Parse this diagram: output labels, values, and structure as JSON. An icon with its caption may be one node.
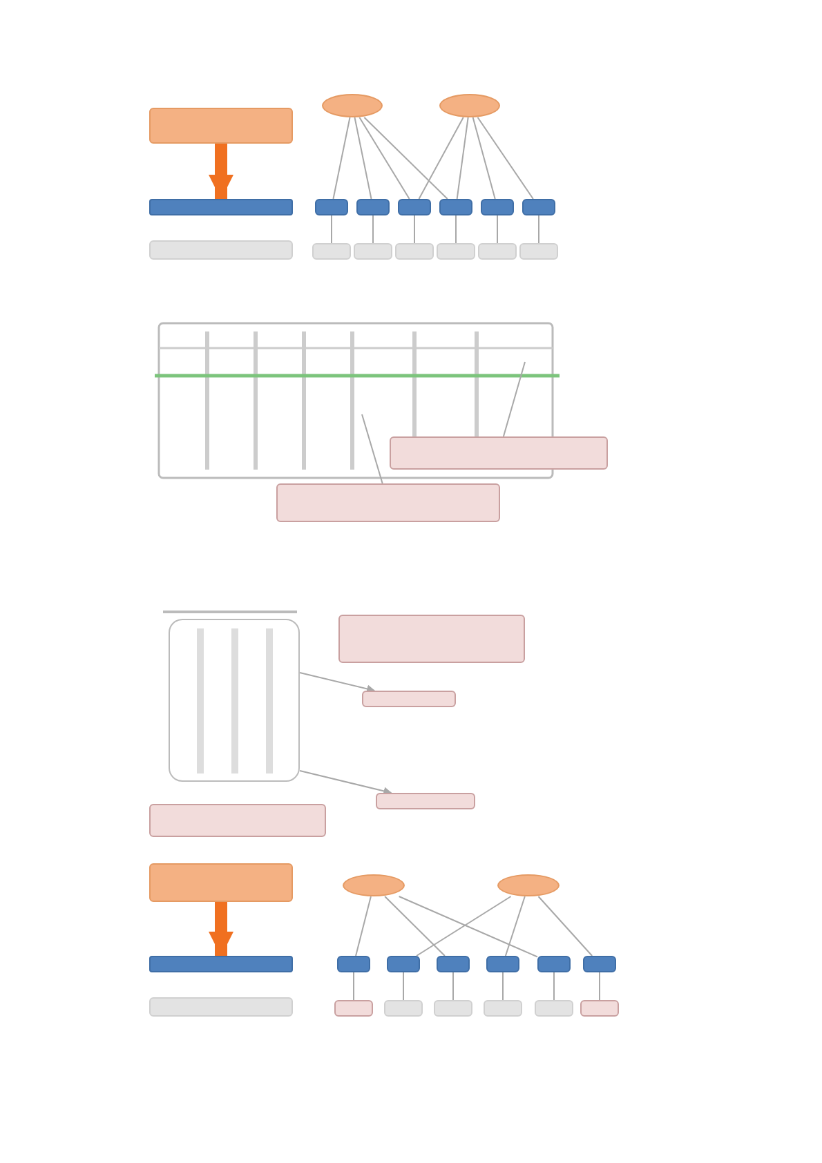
{
  "diagram": {
    "nodes": [
      {
        "text": [],
        "shape": "box"
      },
      {
        "text": [],
        "shape": "bar"
      },
      {
        "text": [],
        "shape": "box"
      },
      {
        "text": [],
        "shape": "ellipse"
      },
      {
        "text": [],
        "shape": "ellipse"
      },
      {
        "text": [],
        "shape": "box"
      },
      {
        "text": [],
        "shape": "box"
      },
      {
        "text": [],
        "shape": "box"
      },
      {
        "text": [],
        "shape": "box"
      },
      {
        "text": [],
        "shape": "box"
      },
      {
        "text": [],
        "shape": "box"
      },
      {
        "text": [],
        "shape": "box"
      },
      {
        "text": [],
        "shape": "box"
      },
      {
        "text": [],
        "shape": "box"
      },
      {
        "text": [],
        "shape": "box"
      },
      {
        "text": [],
        "shape": "box"
      },
      {
        "text": [],
        "shape": "box"
      },
      {
        "text": [],
        "shape": "box"
      },
      {
        "text": [],
        "shape": "box"
      },
      {
        "text": [],
        "shape": "box"
      },
      {
        "text": [],
        "shape": "box"
      },
      {
        "text": [],
        "shape": "box"
      },
      {
        "text": [],
        "shape": "box"
      },
      {
        "text": [],
        "shape": "box"
      },
      {
        "text": [],
        "shape": "bar"
      },
      {
        "text": [],
        "shape": "box"
      },
      {
        "text": [],
        "shape": "ellipse"
      },
      {
        "text": [],
        "shape": "ellipse"
      },
      {
        "text": [],
        "shape": "box"
      },
      {
        "text": [],
        "shape": "box"
      },
      {
        "text": [],
        "shape": "box"
      },
      {
        "text": [],
        "shape": "box"
      },
      {
        "text": [],
        "shape": "box"
      },
      {
        "text": [],
        "shape": "box"
      },
      {
        "text": [],
        "shape": "box"
      },
      {
        "text": [],
        "shape": "box"
      },
      {
        "text": [],
        "shape": "box"
      },
      {
        "text": [],
        "shape": "box"
      },
      {
        "text": [],
        "shape": "box"
      },
      {
        "text": [],
        "shape": "box"
      },
      {
        "text": [],
        "shape": "table"
      }
    ],
    "edges": [
      {
        "from": 0,
        "to": 1,
        "arrow": "to",
        "style": "thick",
        "color": "#f07020"
      },
      {
        "from": 3,
        "to": 5,
        "arrow": "none"
      },
      {
        "from": 3,
        "to": 6,
        "arrow": "none"
      },
      {
        "from": 3,
        "to": 7,
        "arrow": "none"
      },
      {
        "from": 3,
        "to": 8,
        "arrow": "none"
      },
      {
        "from": 4,
        "to": 7,
        "arrow": "none"
      },
      {
        "from": 4,
        "to": 8,
        "arrow": "none"
      },
      {
        "from": 4,
        "to": 9,
        "arrow": "none"
      },
      {
        "from": 4,
        "to": 10,
        "arrow": "none"
      },
      {
        "from": 5,
        "to": 11,
        "arrow": "none"
      },
      {
        "from": 6,
        "to": 12,
        "arrow": "none"
      },
      {
        "from": 7,
        "to": 13,
        "arrow": "none"
      },
      {
        "from": 8,
        "to": 14,
        "arrow": "none"
      },
      {
        "from": 9,
        "to": 15,
        "arrow": "none"
      },
      {
        "from": 10,
        "to": 16,
        "arrow": "none"
      },
      {
        "from": 17,
        "to": null,
        "arrow": "none"
      },
      {
        "from": 18,
        "to": null,
        "arrow": "none"
      },
      {
        "from": 40,
        "to": 20,
        "arrow": "to"
      },
      {
        "from": 40,
        "to": 21,
        "arrow": "to"
      },
      {
        "from": 23,
        "to": 24,
        "arrow": "to",
        "style": "thick",
        "color": "#f07020"
      },
      {
        "from": 26,
        "to": 28,
        "arrow": "none"
      },
      {
        "from": 26,
        "to": 30,
        "arrow": "none"
      },
      {
        "from": 26,
        "to": 32,
        "arrow": "none"
      },
      {
        "from": 27,
        "to": 29,
        "arrow": "none"
      },
      {
        "from": 27,
        "to": 31,
        "arrow": "none"
      },
      {
        "from": 27,
        "to": 33,
        "arrow": "none"
      },
      {
        "from": 28,
        "to": 34,
        "arrow": "none"
      },
      {
        "from": 29,
        "to": 35,
        "arrow": "none"
      },
      {
        "from": 30,
        "to": 36,
        "arrow": "none"
      },
      {
        "from": 31,
        "to": 37,
        "arrow": "none"
      },
      {
        "from": 32,
        "to": 38,
        "arrow": "none"
      },
      {
        "from": 33,
        "to": 39,
        "arrow": "none"
      }
    ]
  }
}
